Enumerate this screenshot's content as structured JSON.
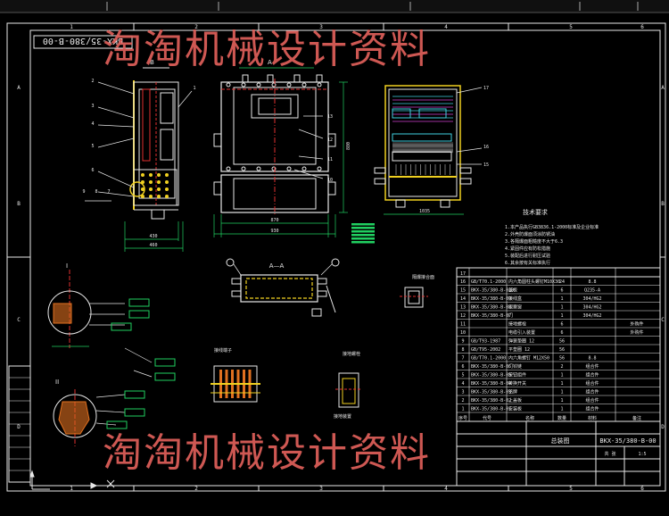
{
  "watermark": {
    "top": "淘淘机械设计资料",
    "bottom": "淘淘机械设计资料"
  },
  "drawing_no": "BKX-35/380-B-00",
  "title_block": {
    "name": "总装图",
    "number": "BKX-35/380-B-00",
    "sheet": "共 张",
    "scale": "1:5"
  },
  "section_label": "A—A",
  "view_label_a": "A",
  "view_label_b": "B",
  "balloons_front": [
    "1",
    "2",
    "3",
    "4",
    "5",
    "6",
    "7",
    "8",
    "9"
  ],
  "balloons_panel": [
    "13",
    "12",
    "11",
    "10"
  ],
  "balloons_open": [
    "17",
    "16",
    "15"
  ],
  "dims": {
    "width_1": "430",
    "width_2": "460",
    "width_3": "870",
    "width_4": "930",
    "height_1": "880",
    "side_1": "1035"
  },
  "tech_title": "技术要求",
  "tech_lines": [
    "1.本产品执行GB3836.1-2000标准及企业标准",
    "2.外壳防爆面须涂防锈油",
    "3.各隔爆面粗糙度不大于6.3",
    "4.紧固件应有防松措施",
    "5.装配后进行耐压试验",
    "6.其余按有关标准执行"
  ],
  "side_headers": [
    "序号",
    "代号",
    "名称",
    "数量",
    "材料",
    "备注"
  ],
  "bom_title_row": "17",
  "bom_rows": [
    {
      "no": "16",
      "code": "GB/T70.1-2000",
      "name": "内六角圆柱头螺钉M10X30",
      "qty": "24",
      "mat": "8.8",
      "note": ""
    },
    {
      "no": "15",
      "code": "BKX-35/380-B-010",
      "name": "盖板",
      "qty": "6",
      "mat": "Q235-A",
      "note": ""
    },
    {
      "no": "14",
      "code": "BKX-35/380-B-09",
      "name": "接线盒",
      "qty": "1",
      "mat": "304/HG2",
      "note": ""
    },
    {
      "no": "13",
      "code": "BKX-35/380-B-08",
      "name": "观察窗",
      "qty": "1",
      "mat": "304/HG2",
      "note": ""
    },
    {
      "no": "12",
      "code": "BKX-35/380-B-07",
      "name": "门",
      "qty": "1",
      "mat": "304/HG2",
      "note": ""
    },
    {
      "no": "11",
      "code": "",
      "name": "接地螺栓",
      "qty": "6",
      "mat": "",
      "note": "外购件"
    },
    {
      "no": "10",
      "code": "",
      "name": "电缆引入装置",
      "qty": "6",
      "mat": "",
      "note": "外购件"
    },
    {
      "no": "9",
      "code": "GB/T93-1987",
      "name": "弹簧垫圈 12",
      "qty": "56",
      "mat": "",
      "note": ""
    },
    {
      "no": "8",
      "code": "GB/T95-2002",
      "name": "平垫圈 12",
      "qty": "56",
      "mat": "",
      "note": ""
    },
    {
      "no": "7",
      "code": "GB/T70.1-2000",
      "name": "内六角螺钉 M12X50",
      "qty": "56",
      "mat": "8.8",
      "note": ""
    },
    {
      "no": "6",
      "code": "BKX-35/380-B-06",
      "name": "门铰链",
      "qty": "2",
      "mat": "组合件",
      "note": ""
    },
    {
      "no": "5",
      "code": "BKX-35/380-B-05",
      "name": "按钮组件",
      "qty": "1",
      "mat": "组合件",
      "note": ""
    },
    {
      "no": "4",
      "code": "BKX-35/380-B-04",
      "name": "转换开关",
      "qty": "1",
      "mat": "组合件",
      "note": ""
    },
    {
      "no": "3",
      "code": "BKX-35/380-B-03",
      "name": "铭牌",
      "qty": "1",
      "mat": "组合件",
      "note": ""
    },
    {
      "no": "2",
      "code": "BKX-35/380-B-02",
      "name": "上盖板",
      "qty": "1",
      "mat": "组合件",
      "note": ""
    },
    {
      "no": "1",
      "code": "BKX-35/380-B-01",
      "name": "安装板",
      "qty": "1",
      "mat": "组合件",
      "note": ""
    }
  ],
  "frame_numbers_top": [
    "1",
    "2",
    "3",
    "4",
    "5",
    "6"
  ],
  "frame_numbers_bottom": [
    "1",
    "2",
    "3",
    "4",
    "5",
    "6"
  ],
  "frame_letters": [
    "A",
    "B",
    "C",
    "D"
  ],
  "detail_labels": {
    "d1": "I",
    "d2": "II",
    "d3": "接线端子",
    "d4": "隔爆接合面",
    "d5": "接地螺栓",
    "d6": "接地装置"
  },
  "colors": {
    "bg": "#000000",
    "line": "#e8e8e8",
    "part": "#f0d020",
    "dim": "#20d060",
    "red": "#e03030",
    "cyan": "#40d0e0",
    "magenta": "#d040d0",
    "orange": "#e07020",
    "watermark": "#e0605a"
  }
}
